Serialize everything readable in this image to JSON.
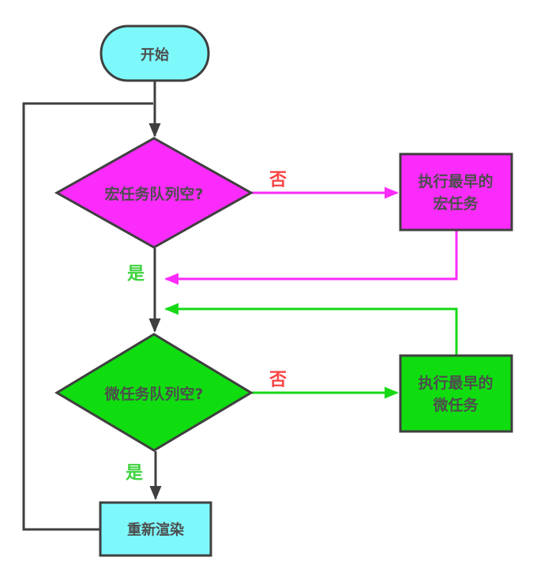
{
  "diagram": {
    "type": "flowchart",
    "topic": "event-loop"
  },
  "colors": {
    "cyan": "#7ef9fb",
    "magenta": "#fb2bfb",
    "green": "#10dd10",
    "line_dark": "#3f3f3f",
    "label_red": "#f94444",
    "label_green": "#3fd23f",
    "text_dark": "#4d4d4d",
    "background": "#ffffff"
  },
  "nodes": {
    "start": {
      "type": "terminator",
      "label": "开始"
    },
    "macro_check": {
      "type": "decision",
      "label": "宏任务队列空?"
    },
    "macro_exec": {
      "type": "process",
      "label_line1": "执行最早的",
      "label_line2": "宏任务"
    },
    "micro_check": {
      "type": "decision",
      "label": "微任务队列空?"
    },
    "micro_exec": {
      "type": "process",
      "label_line1": "执行最早的",
      "label_line2": "微任务"
    },
    "rerender": {
      "type": "process",
      "label": "重新渲染"
    }
  },
  "edge_labels": {
    "macro_no": "否",
    "macro_yes": "是",
    "micro_no": "否",
    "micro_yes": "是"
  },
  "edges": [
    {
      "from": "start",
      "to": "macro_check",
      "label": ""
    },
    {
      "from": "macro_check",
      "to": "macro_exec",
      "label": "否"
    },
    {
      "from": "macro_exec",
      "to": "micro_check-line",
      "label": ""
    },
    {
      "from": "macro_check",
      "to": "micro_check",
      "label": "是"
    },
    {
      "from": "micro_check",
      "to": "micro_exec",
      "label": "否"
    },
    {
      "from": "micro_exec",
      "to": "micro_check-line",
      "label": ""
    },
    {
      "from": "micro_check",
      "to": "rerender",
      "label": "是"
    },
    {
      "from": "rerender",
      "to": "macro_check",
      "label": ""
    }
  ]
}
